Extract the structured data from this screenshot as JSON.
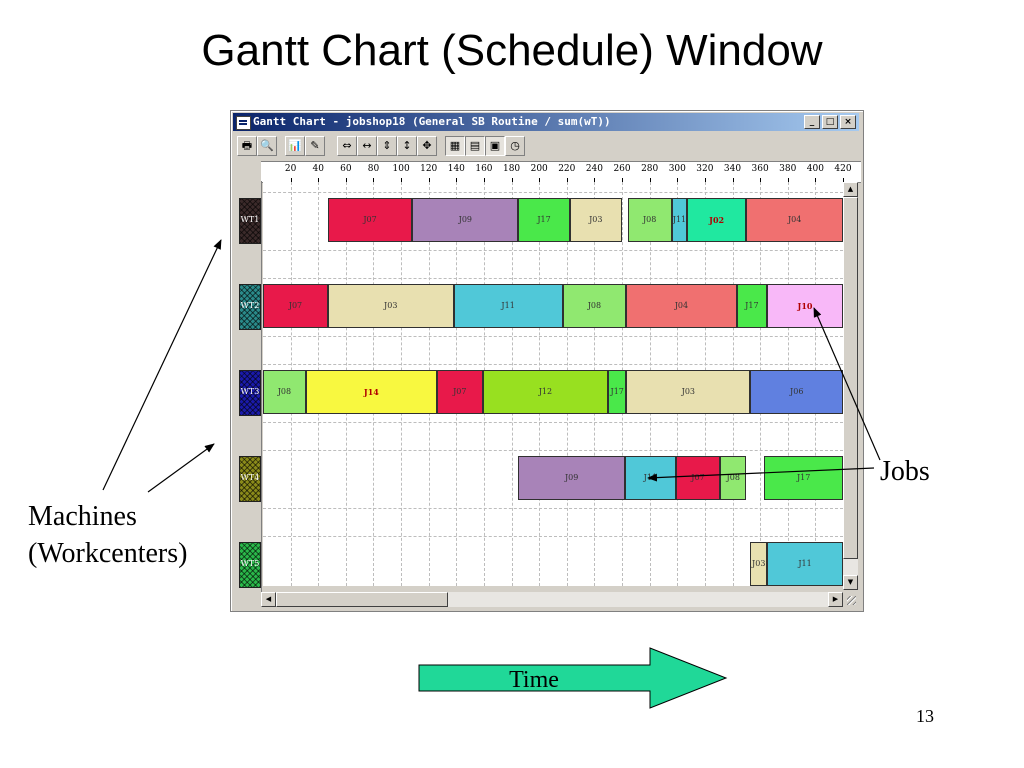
{
  "slide": {
    "title": "Gantt Chart (Schedule) Window",
    "page_number": "13"
  },
  "window": {
    "title": "Gantt Chart - jobshop18 (General SB Routine / sum(wT))",
    "controls": {
      "minimize": "_",
      "maximize": "□",
      "close": "×"
    }
  },
  "toolbar": {
    "buttons": [
      {
        "name": "print-button",
        "icon": "printer-icon",
        "glyph": "🖶"
      },
      {
        "name": "print-preview-button",
        "icon": "print-preview-icon",
        "glyph": "🔍"
      },
      {
        "name": "chart-button",
        "icon": "bar-chart-icon",
        "glyph": "📊"
      },
      {
        "name": "edit-button",
        "icon": "pencil-icon",
        "glyph": "✎"
      },
      {
        "name": "fit-width-button",
        "icon": "fit-width-icon",
        "glyph": "⇔"
      },
      {
        "name": "zoom-horizontal-button",
        "icon": "zoom-horizontal-icon",
        "glyph": "↔"
      },
      {
        "name": "fit-height-button",
        "icon": "fit-height-icon",
        "glyph": "⇕"
      },
      {
        "name": "zoom-vertical-button",
        "icon": "zoom-vertical-icon",
        "glyph": "↕"
      },
      {
        "name": "zoom-all-button",
        "icon": "zoom-all-icon",
        "glyph": "✥"
      },
      {
        "name": "grid-button",
        "icon": "grid-icon",
        "glyph": "▦"
      },
      {
        "name": "table-button",
        "icon": "table-icon",
        "glyph": "▤"
      },
      {
        "name": "calendar-button",
        "icon": "calendar-icon",
        "glyph": "▣"
      },
      {
        "name": "clock-button",
        "icon": "clock-icon",
        "glyph": "◷"
      }
    ]
  },
  "ruler": {
    "ticks": [
      "20",
      "40",
      "60",
      "80",
      "100",
      "120",
      "140",
      "160",
      "180",
      "200",
      "220",
      "240",
      "260",
      "280",
      "300",
      "320",
      "340",
      "360",
      "380",
      "400",
      "420"
    ]
  },
  "workcenters": [
    {
      "label": "WT1",
      "color": "#3b2a2a"
    },
    {
      "label": "WT2",
      "color": "#2a8a8a"
    },
    {
      "label": "WT3",
      "color": "#1a1aaa"
    },
    {
      "label": "WT4",
      "color": "#8a8a1a"
    },
    {
      "label": "WT5",
      "color": "#2ab84a"
    }
  ],
  "jobs": [
    {
      "row": 0,
      "label": "J07",
      "start": 47,
      "end": 108,
      "color": "#e8194a"
    },
    {
      "row": 0,
      "label": "J09",
      "start": 108,
      "end": 185,
      "color": "#a883b8"
    },
    {
      "row": 0,
      "label": "J17",
      "start": 185,
      "end": 222,
      "color": "#4ae84a"
    },
    {
      "row": 0,
      "label": "J03",
      "start": 222,
      "end": 260,
      "color": "#e8e0b0"
    },
    {
      "row": 0,
      "label": "J08",
      "start": 264,
      "end": 296,
      "color": "#90e870"
    },
    {
      "row": 0,
      "label": "J11",
      "start": 296,
      "end": 307,
      "color": "#50c8d8"
    },
    {
      "row": 0,
      "label": "J02",
      "start": 307,
      "end": 350,
      "color": "#20e8a0",
      "emphasis": true
    },
    {
      "row": 0,
      "label": "J04",
      "start": 350,
      "end": 420,
      "color": "#f07070"
    },
    {
      "row": 1,
      "label": "J07",
      "start": 0,
      "end": 47,
      "color": "#e8194a"
    },
    {
      "row": 1,
      "label": "J03",
      "start": 47,
      "end": 138,
      "color": "#e8e0b0"
    },
    {
      "row": 1,
      "label": "J11",
      "start": 138,
      "end": 217,
      "color": "#50c8d8"
    },
    {
      "row": 1,
      "label": "J08",
      "start": 217,
      "end": 263,
      "color": "#90e870"
    },
    {
      "row": 1,
      "label": "J04",
      "start": 263,
      "end": 343,
      "color": "#f07070"
    },
    {
      "row": 1,
      "label": "J17",
      "start": 343,
      "end": 365,
      "color": "#4ae84a"
    },
    {
      "row": 1,
      "label": "J10",
      "start": 365,
      "end": 420,
      "color": "#f8b8f8",
      "emphasis": true
    },
    {
      "row": 2,
      "label": "J08",
      "start": 0,
      "end": 31,
      "color": "#90e870"
    },
    {
      "row": 2,
      "label": "J14",
      "start": 31,
      "end": 126,
      "color": "#f8f840",
      "emphasis": true
    },
    {
      "row": 2,
      "label": "J07",
      "start": 126,
      "end": 159,
      "color": "#e8194a"
    },
    {
      "row": 2,
      "label": "J12",
      "start": 159,
      "end": 250,
      "color": "#98e020"
    },
    {
      "row": 2,
      "label": "J17",
      "start": 250,
      "end": 263,
      "color": "#4ae84a"
    },
    {
      "row": 2,
      "label": "J03",
      "start": 263,
      "end": 353,
      "color": "#e8e0b0"
    },
    {
      "row": 2,
      "label": "J06",
      "start": 353,
      "end": 420,
      "color": "#6080e0"
    },
    {
      "row": 3,
      "label": "J09",
      "start": 185,
      "end": 262,
      "color": "#a883b8"
    },
    {
      "row": 3,
      "label": "J11",
      "start": 262,
      "end": 299,
      "color": "#50c8d8"
    },
    {
      "row": 3,
      "label": "J07",
      "start": 299,
      "end": 331,
      "color": "#e8194a"
    },
    {
      "row": 3,
      "label": "J08",
      "start": 331,
      "end": 350,
      "color": "#90e870"
    },
    {
      "row": 3,
      "label": "J17",
      "start": 363,
      "end": 420,
      "color": "#4ae84a"
    },
    {
      "row": 4,
      "label": "J03",
      "start": 353,
      "end": 365,
      "color": "#e8e0b0"
    },
    {
      "row": 4,
      "label": "J11",
      "start": 365,
      "end": 420,
      "color": "#50c8d8"
    }
  ],
  "annotations": {
    "machines": "Machines",
    "workcenters": "(Workcenters)",
    "jobs": "Jobs",
    "time": "Time"
  },
  "colors": {
    "time_arrow_fill": "#20d898",
    "window_frame": "#d4d0c8",
    "titlebar_start": "#0a246a",
    "titlebar_end": "#a6caf0"
  }
}
